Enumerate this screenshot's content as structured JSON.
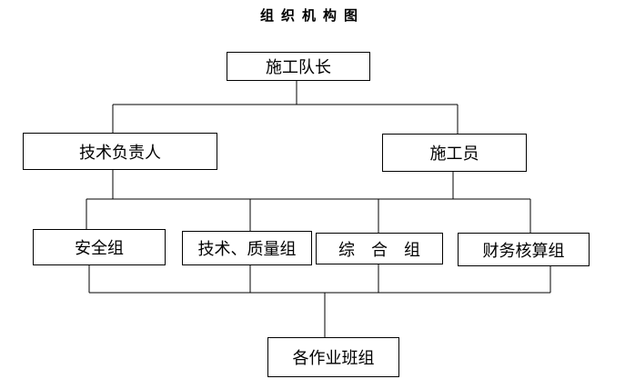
{
  "title": "组织机构图",
  "nodes": {
    "leader": "施工队长",
    "tech_lead": "技术负责人",
    "constructor": "施工员",
    "safety": "安全组",
    "tech_quality": "技术、质量组",
    "general": "综　合　组",
    "finance": "财务核算组",
    "crews": "各作业班组"
  }
}
